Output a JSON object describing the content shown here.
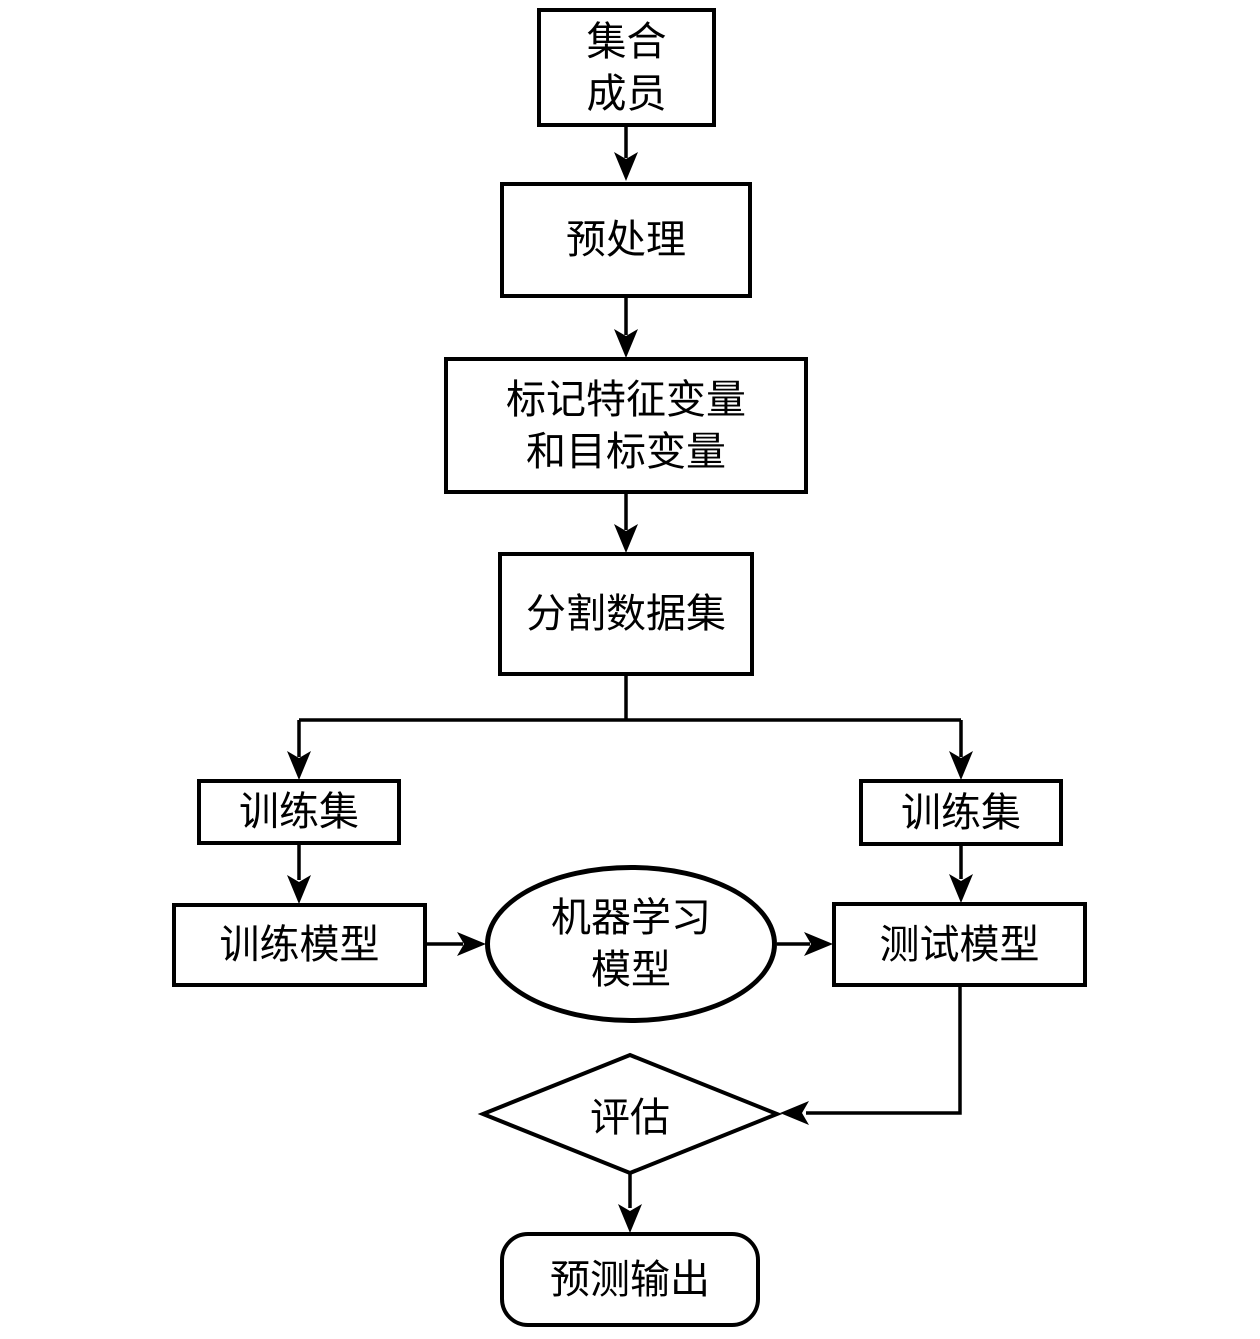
{
  "colors": {
    "line": "#000000",
    "node_fill": "#ffffff",
    "background": "#ffffff",
    "text": "#000000"
  },
  "nodes": {
    "ensemble_members": {
      "line1": "集合",
      "line2": "成员",
      "shape": "rect"
    },
    "preprocess": {
      "label": "预处理",
      "shape": "rect"
    },
    "mark_variables": {
      "line1": "标记特征变量",
      "line2": "和目标变量",
      "shape": "rect"
    },
    "split_dataset": {
      "label": "分割数据集",
      "shape": "rect"
    },
    "train_set_left": {
      "label": "训练集",
      "shape": "rect"
    },
    "train_set_right": {
      "label": "训练集",
      "shape": "rect"
    },
    "train_model": {
      "label": "训练模型",
      "shape": "rect"
    },
    "ml_model": {
      "line1": "机器学习",
      "line2": "模型",
      "shape": "ellipse"
    },
    "test_model": {
      "label": "测试模型",
      "shape": "rect"
    },
    "evaluate": {
      "label": "评估",
      "shape": "diamond"
    },
    "prediction_output": {
      "label": "预测输出",
      "shape": "rounded-rect"
    }
  },
  "edges": [
    {
      "from": "ensemble_members",
      "to": "preprocess"
    },
    {
      "from": "preprocess",
      "to": "mark_variables"
    },
    {
      "from": "mark_variables",
      "to": "split_dataset"
    },
    {
      "from": "split_dataset",
      "to": "train_set_left"
    },
    {
      "from": "split_dataset",
      "to": "train_set_right"
    },
    {
      "from": "train_set_left",
      "to": "train_model"
    },
    {
      "from": "train_set_right",
      "to": "test_model"
    },
    {
      "from": "train_model",
      "to": "ml_model"
    },
    {
      "from": "ml_model",
      "to": "test_model"
    },
    {
      "from": "test_model",
      "to": "evaluate"
    },
    {
      "from": "evaluate",
      "to": "prediction_output"
    }
  ]
}
